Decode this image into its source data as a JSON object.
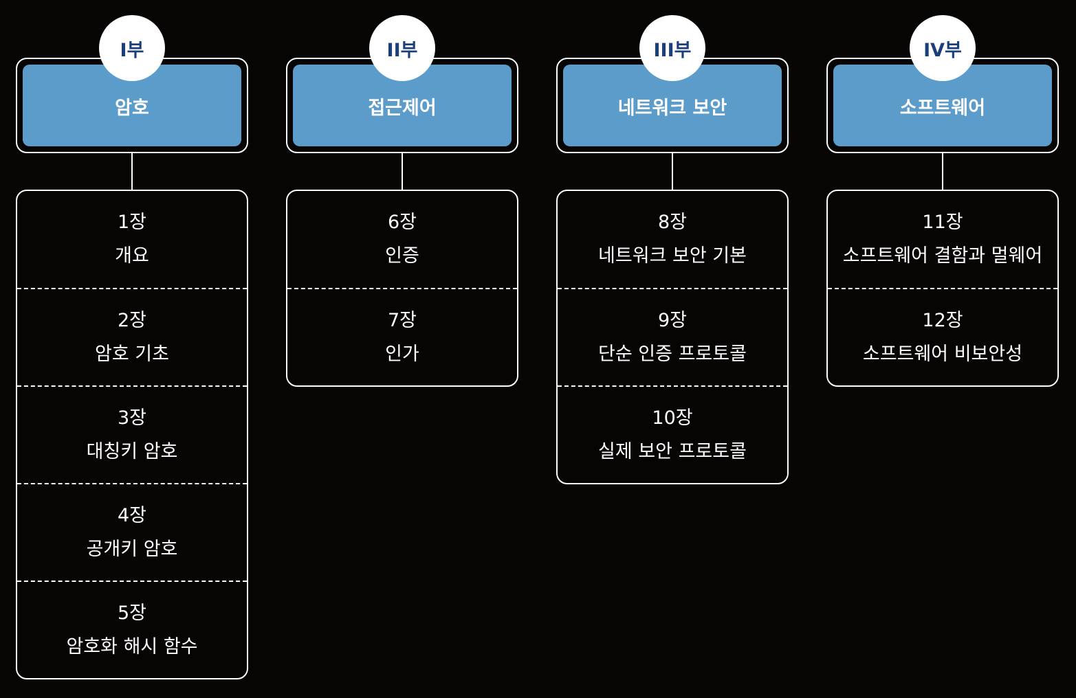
{
  "parts": [
    {
      "label": "I부",
      "title": "암호",
      "chapters": [
        {
          "num": "1장",
          "title": "개요"
        },
        {
          "num": "2장",
          "title": "암호 기초"
        },
        {
          "num": "3장",
          "title": "대칭키 암호"
        },
        {
          "num": "4장",
          "title": "공개키 암호"
        },
        {
          "num": "5장",
          "title": "암호화 해시 함수"
        }
      ]
    },
    {
      "label": "II부",
      "title": "접근제어",
      "chapters": [
        {
          "num": "6장",
          "title": "인증"
        },
        {
          "num": "7장",
          "title": "인가"
        }
      ]
    },
    {
      "label": "III부",
      "title": "네트워크 보안",
      "chapters": [
        {
          "num": "8장",
          "title": "네트워크 보안 기본"
        },
        {
          "num": "9장",
          "title": "단순 인증 프로토콜"
        },
        {
          "num": "10장",
          "title": "실제 보안 프로토콜"
        }
      ]
    },
    {
      "label": "IV부",
      "title": "소프트웨어",
      "chapters": [
        {
          "num": "11장",
          "title": "소프트웨어 결함과 멀웨어"
        },
        {
          "num": "12장",
          "title": "소프트웨어 비보안성"
        }
      ]
    }
  ],
  "colors": {
    "background": "#070404",
    "part_box": "#5b9ccb",
    "part_label": "#1b3f7a",
    "line": "#ffffff"
  }
}
